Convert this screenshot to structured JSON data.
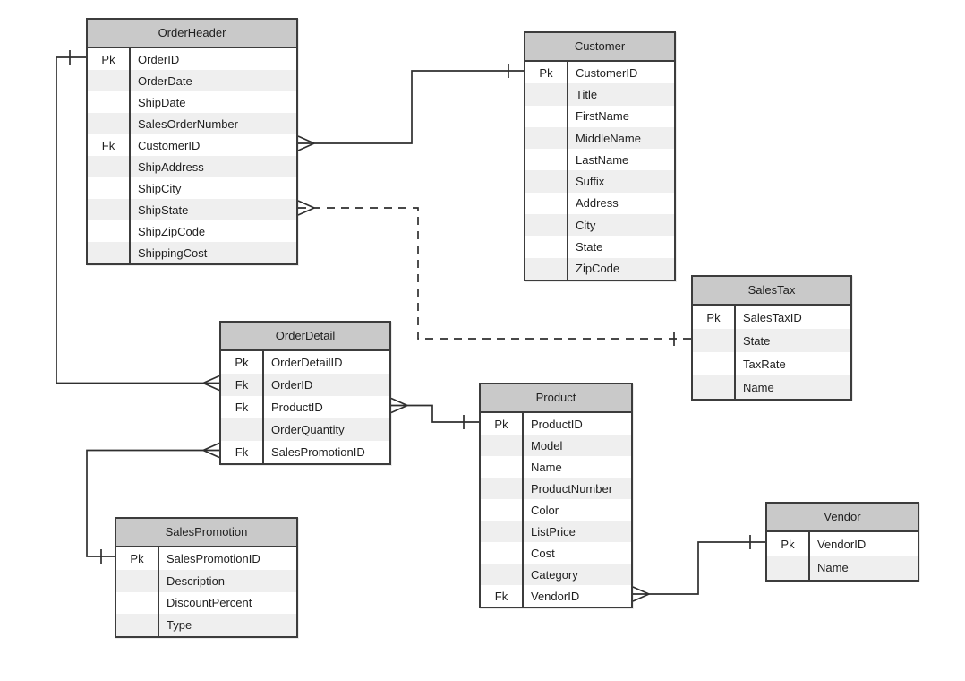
{
  "diagram": {
    "type": "entity-relationship-diagram",
    "notation": "crow-foot",
    "background": "#ffffff"
  },
  "colors": {
    "header_fill": "#c9c9c9",
    "row_alt_fill": "#efefef",
    "row_fill": "#ffffff",
    "border": "#3c3c3c",
    "line": "#2f2f2f",
    "text": "#1f1f1f"
  },
  "entities": [
    {
      "name": "OrderHeader",
      "fields": [
        {
          "key": "Pk",
          "name": "OrderID"
        },
        {
          "key": "",
          "name": "OrderDate"
        },
        {
          "key": "",
          "name": "ShipDate"
        },
        {
          "key": "",
          "name": "SalesOrderNumber"
        },
        {
          "key": "Fk",
          "name": "CustomerID"
        },
        {
          "key": "",
          "name": "ShipAddress"
        },
        {
          "key": "",
          "name": "ShipCity"
        },
        {
          "key": "",
          "name": "ShipState"
        },
        {
          "key": "",
          "name": "ShipZipCode"
        },
        {
          "key": "",
          "name": "ShippingCost"
        }
      ]
    },
    {
      "name": "Customer",
      "fields": [
        {
          "key": "Pk",
          "name": "CustomerID"
        },
        {
          "key": "",
          "name": "Title"
        },
        {
          "key": "",
          "name": "FirstName"
        },
        {
          "key": "",
          "name": "MiddleName"
        },
        {
          "key": "",
          "name": "LastName"
        },
        {
          "key": "",
          "name": "Suffix"
        },
        {
          "key": "",
          "name": "Address"
        },
        {
          "key": "",
          "name": "City"
        },
        {
          "key": "",
          "name": "State"
        },
        {
          "key": "",
          "name": "ZipCode"
        }
      ]
    },
    {
      "name": "SalesTax",
      "fields": [
        {
          "key": "Pk",
          "name": "SalesTaxID"
        },
        {
          "key": "",
          "name": "State"
        },
        {
          "key": "",
          "name": "TaxRate"
        },
        {
          "key": "",
          "name": "Name"
        }
      ]
    },
    {
      "name": "OrderDetail",
      "fields": [
        {
          "key": "Pk",
          "name": "OrderDetailID"
        },
        {
          "key": "Fk",
          "name": "OrderID"
        },
        {
          "key": "Fk",
          "name": "ProductID"
        },
        {
          "key": "",
          "name": "OrderQuantity"
        },
        {
          "key": "Fk",
          "name": "SalesPromotionID"
        }
      ]
    },
    {
      "name": "Product",
      "fields": [
        {
          "key": "Pk",
          "name": "ProductID"
        },
        {
          "key": "",
          "name": "Model"
        },
        {
          "key": "",
          "name": "Name"
        },
        {
          "key": "",
          "name": "ProductNumber"
        },
        {
          "key": "",
          "name": "Color"
        },
        {
          "key": "",
          "name": "ListPrice"
        },
        {
          "key": "",
          "name": "Cost"
        },
        {
          "key": "",
          "name": "Category"
        },
        {
          "key": "Fk",
          "name": "VendorID"
        }
      ]
    },
    {
      "name": "Vendor",
      "fields": [
        {
          "key": "Pk",
          "name": "VendorID"
        },
        {
          "key": "",
          "name": "Name"
        }
      ]
    },
    {
      "name": "SalesPromotion",
      "fields": [
        {
          "key": "Pk",
          "name": "SalesPromotionID"
        },
        {
          "key": "",
          "name": "Description"
        },
        {
          "key": "",
          "name": "DiscountPercent"
        },
        {
          "key": "",
          "name": "Type"
        }
      ]
    }
  ],
  "relationships": [
    {
      "from": "OrderHeader.CustomerID",
      "to": "Customer.CustomerID",
      "from_cardinality": "many",
      "to_cardinality": "one",
      "line_style": "solid"
    },
    {
      "from": "OrderHeader.ShipState",
      "to": "SalesTax.State",
      "from_cardinality": "many",
      "to_cardinality": "one",
      "line_style": "dashed"
    },
    {
      "from": "OrderDetail.OrderID",
      "to": "OrderHeader.OrderID",
      "from_cardinality": "many",
      "to_cardinality": "one",
      "line_style": "solid"
    },
    {
      "from": "OrderDetail.ProductID",
      "to": "Product.ProductID",
      "from_cardinality": "many",
      "to_cardinality": "one",
      "line_style": "solid"
    },
    {
      "from": "OrderDetail.SalesPromotionID",
      "to": "SalesPromotion.SalesPromotionID",
      "from_cardinality": "many",
      "to_cardinality": "one",
      "line_style": "solid"
    },
    {
      "from": "Product.VendorID",
      "to": "Vendor.VendorID",
      "from_cardinality": "many",
      "to_cardinality": "one",
      "line_style": "solid"
    }
  ]
}
